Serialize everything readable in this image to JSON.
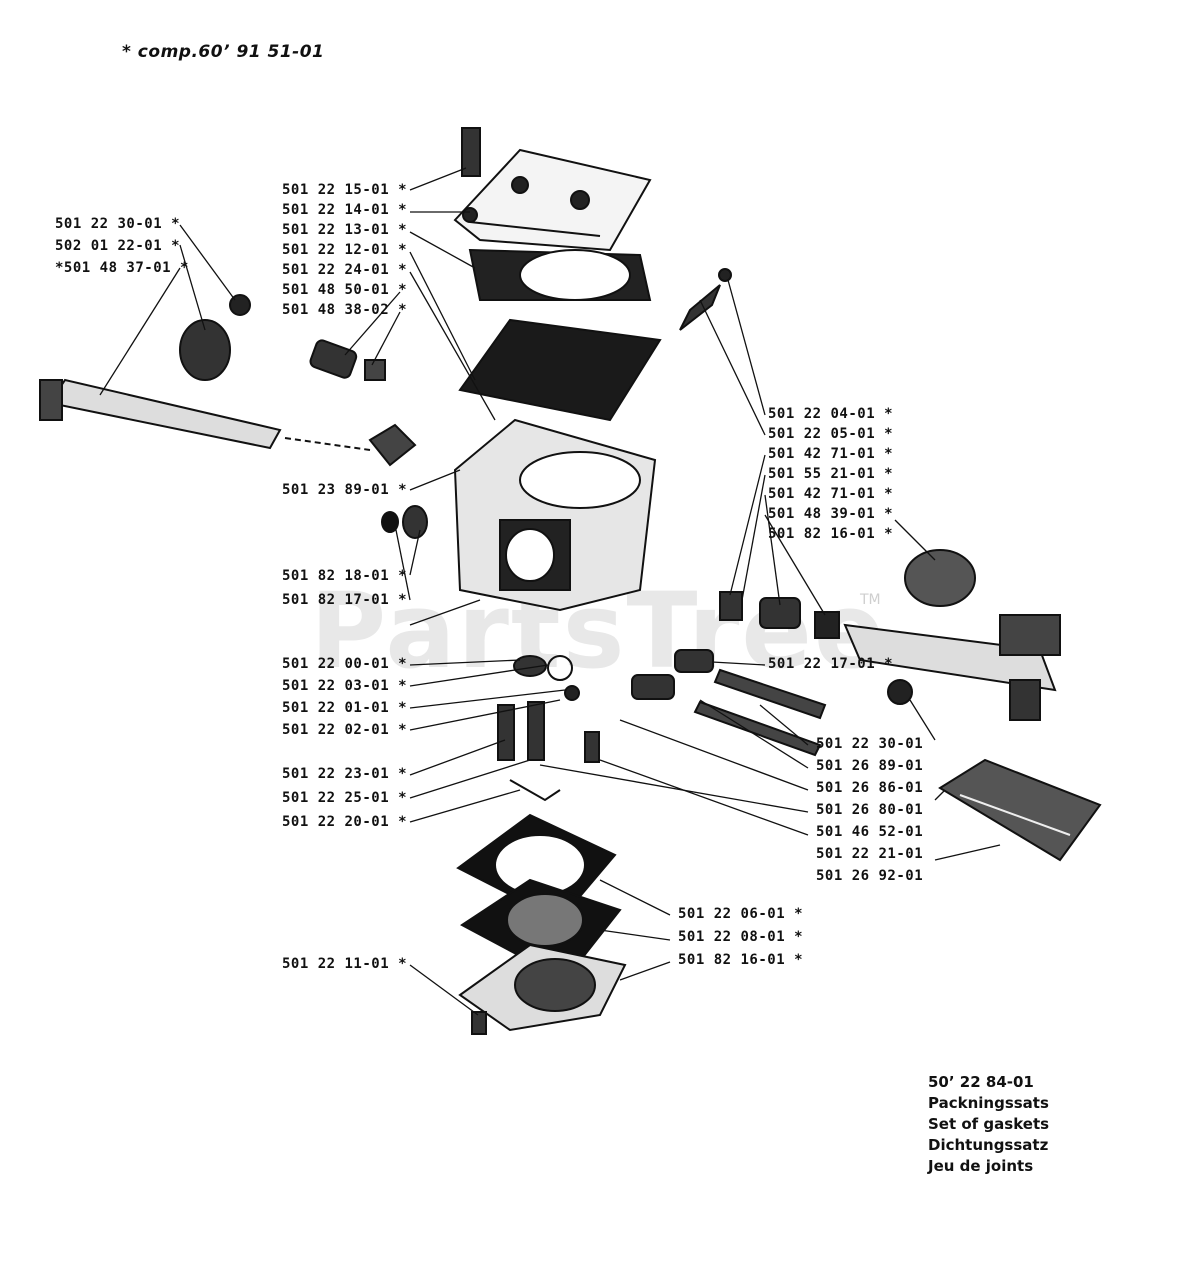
{
  "header_note": "* comp.60’ 91 51-01",
  "watermark": "PartsTree",
  "watermark_tm": "TM",
  "kit": {
    "number": "50’ 22 84-01",
    "lines": [
      "Packningssats",
      "Set of gaskets",
      "Dichtungssatz",
      "Jeu de joints"
    ]
  },
  "part_labels": {
    "left_top": [
      "501 22 30-01 *",
      "502 01 22-01 *",
      "*501 48 37-01 *"
    ],
    "upper_center": [
      "501 22 15-01 *",
      "501 22 14-01 *",
      "501 22 13-01 *",
      "501 22 12-01 *",
      "501 22 24-01 *",
      "501 48 50-01 *",
      "501 48 38-02 *"
    ],
    "middle_left": [
      "501 23 89-01 *",
      "501 82 18-01 *",
      "501 82 17-01 *"
    ],
    "center_left": [
      "501 22 00-01 *",
      "501 22 03-01 *",
      "501 22 01-01 *",
      "501 22 02-01 *"
    ],
    "lower_left": [
      "501 22 23-01 *",
      "501 22 25-01 *",
      "501 22 20-01 *"
    ],
    "right_upper": [
      "501 22 04-01 *",
      "501 22 05-01 *",
      "501 42 71-01 *",
      "501 55 21-01 *",
      "501 42 71-01 *",
      "501 48 39-01 *",
      "501 82 16-01 *"
    ],
    "right_mid": [
      "501 22 17-01 *"
    ],
    "right_lower": [
      "501 22 30-01",
      "501 26 89-01",
      "501 26 86-01",
      "501 26 80-01",
      "501 46 52-01",
      "501 22 21-01",
      "501 26 92-01"
    ],
    "bottom_right": [
      "501 22 06-01 *",
      "501 22 08-01 *",
      "501 82 16-01 *"
    ],
    "bottom_left": [
      "501 22 11-01 *"
    ]
  }
}
